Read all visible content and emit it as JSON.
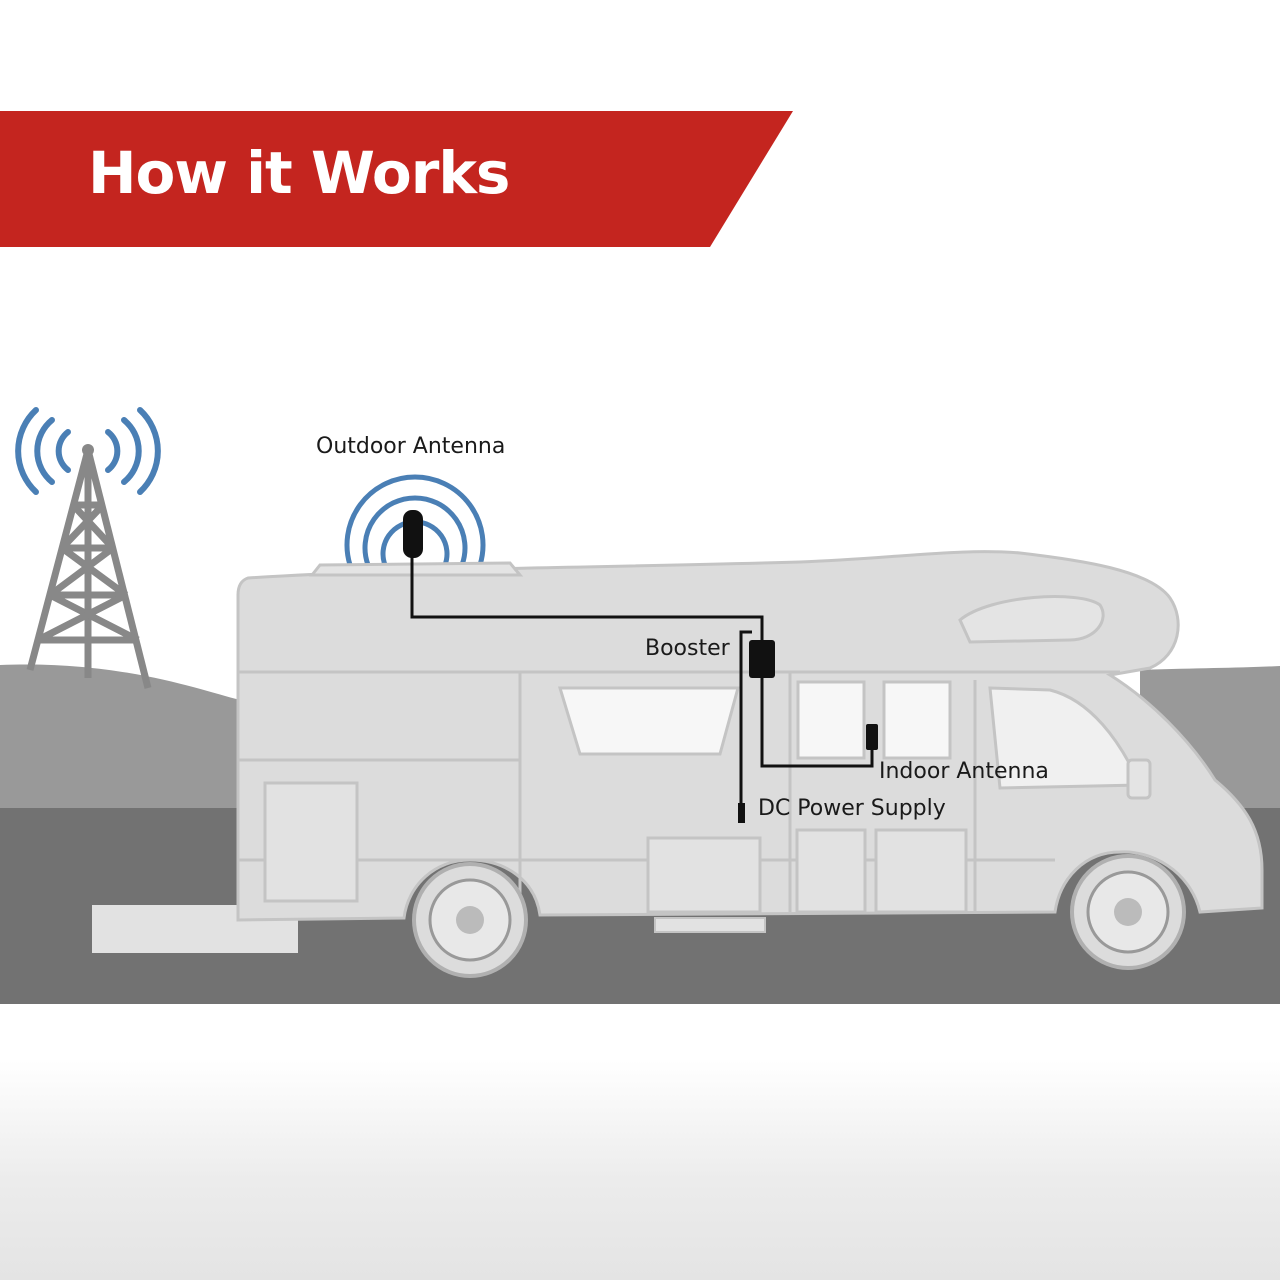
{
  "header": {
    "title": "How it Works"
  },
  "labels": {
    "outdoor_antenna": "Outdoor Antenna",
    "booster": "Booster",
    "indoor_antenna": "Indoor Antenna",
    "dc_power_supply": "DC Power Supply"
  },
  "colors": {
    "banner_red": "#c4251f",
    "signal_blue": "#4a7fb5",
    "road_dark": "#727272",
    "hill_gray": "#999999",
    "rv_body": "#dcdcdc",
    "cable": "#111111"
  }
}
